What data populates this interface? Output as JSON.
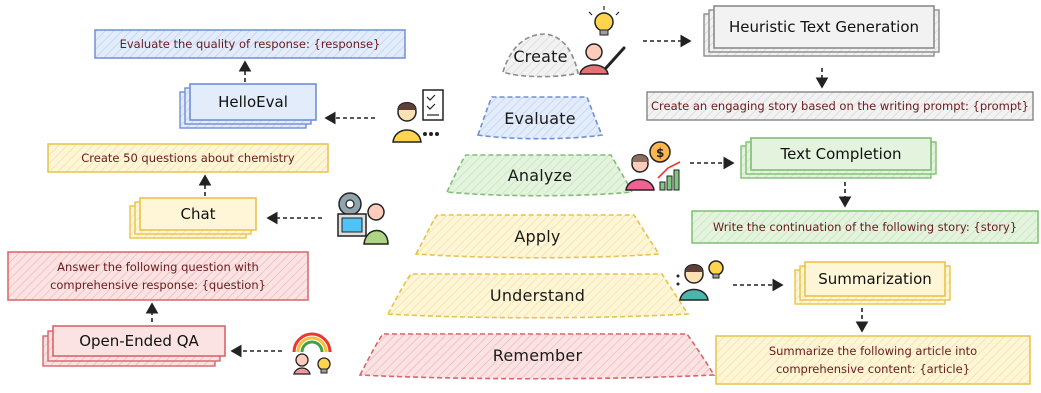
{
  "levels": [
    {
      "name": "Create",
      "color": "#8c8c8c"
    },
    {
      "name": "Evaluate",
      "color": "#6f8fd6"
    },
    {
      "name": "Analyze",
      "color": "#7fbf72"
    },
    {
      "name": "Apply",
      "color": "#e9c24a"
    },
    {
      "name": "Understand",
      "color": "#e9c24a"
    },
    {
      "name": "Remember",
      "color": "#d9656a"
    }
  ],
  "left_tasks": [
    {
      "name": "HelloEval",
      "prompt": "Evaluate the quality of response: {response}",
      "icon": "person-checklist-icon"
    },
    {
      "name": "Chat",
      "prompt": "Create 50 questions about chemistry",
      "icon": "person-computer-icon"
    },
    {
      "name": "Open-Ended QA",
      "prompt": "Answer the following question with comprehensive response: {question}",
      "icon": "child-rainbow-icon"
    }
  ],
  "right_tasks": [
    {
      "name": "Heuristic Text Generation",
      "prompt": "Create an engaging story based on the writing prompt: {prompt}",
      "icon": "person-lightbulb-icon"
    },
    {
      "name": "Text Completion",
      "prompt": "Write the continuation of the following story: {story}",
      "icon": "person-growth-chart-icon"
    },
    {
      "name": "Summarization",
      "prompt": "Summarize the following article into comprehensive content: {article}",
      "icon": "person-idea-icon"
    }
  ],
  "colors": {
    "gray": "#8c8c8c",
    "blue": "#6f8fd6",
    "green": "#7fbf72",
    "yellow": "#e9c24a",
    "red": "#d9656a",
    "prompt_text": "#6a1b1b"
  }
}
